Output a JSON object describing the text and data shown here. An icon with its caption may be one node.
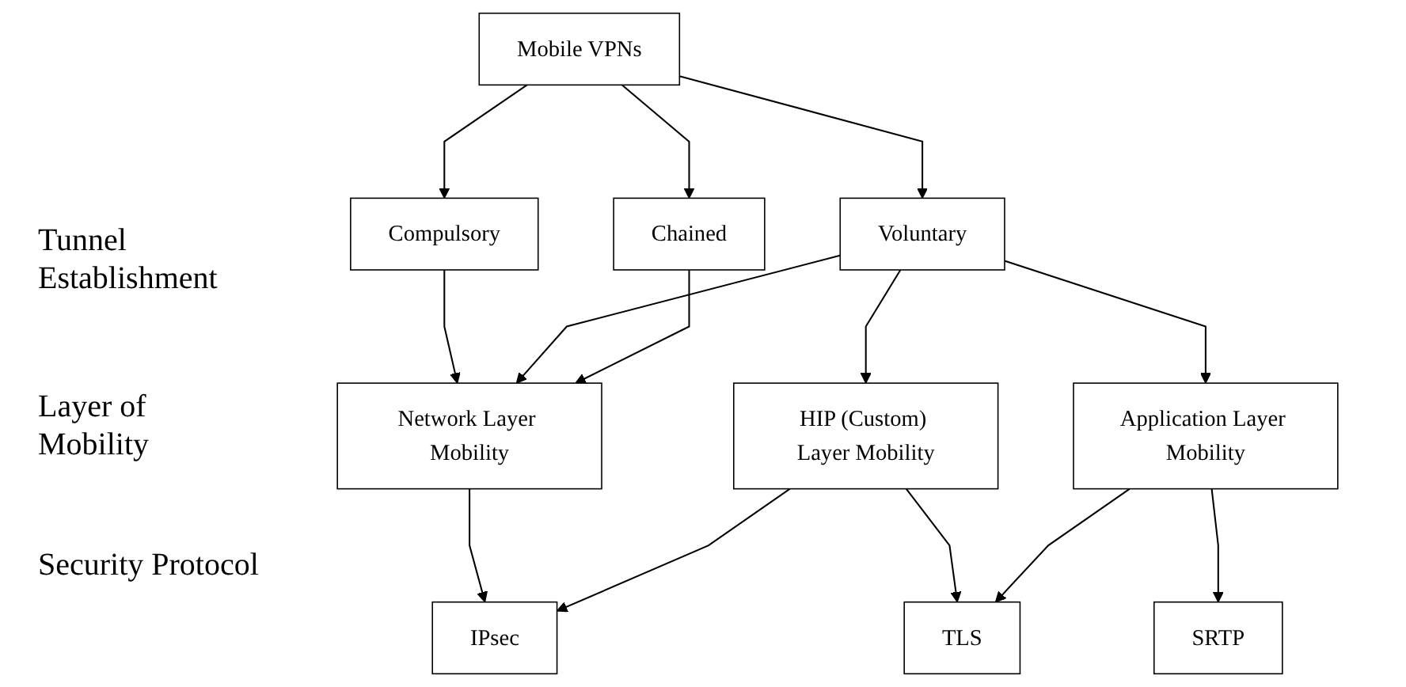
{
  "diagram": {
    "nodes": [
      {
        "text": [
          "Mobile VPNs"
        ]
      },
      {
        "text": [
          "Compulsory"
        ]
      },
      {
        "text": [
          "Voluntary"
        ]
      },
      {
        "text": [
          "Chained"
        ]
      },
      {
        "text": [
          "Network Layer Mobility"
        ]
      },
      {
        "text": [
          "HIP (Custom) Layer Mobility"
        ]
      },
      {
        "text": [
          "Application Layer Mobility"
        ]
      },
      {
        "text": [
          "IPsec"
        ]
      },
      {
        "text": [
          "TLS"
        ]
      },
      {
        "text": [
          "SRTP"
        ]
      }
    ],
    "edges": [
      {
        "from": 0,
        "to": 1,
        "arrow": "to"
      },
      {
        "from": 0,
        "to": 2,
        "arrow": "to"
      },
      {
        "from": 0,
        "to": 3,
        "arrow": "to"
      },
      {
        "from": 1,
        "to": 4,
        "arrow": "to"
      },
      {
        "from": 2,
        "to": 4,
        "arrow": "to"
      },
      {
        "from": 2,
        "to": 5,
        "arrow": "to"
      },
      {
        "from": 2,
        "to": 6,
        "arrow": "to"
      },
      {
        "from": 3,
        "to": 4,
        "arrow": "to"
      },
      {
        "from": 4,
        "to": 7,
        "arrow": "to"
      },
      {
        "from": 5,
        "to": 7,
        "arrow": "to"
      },
      {
        "from": 5,
        "to": 8,
        "arrow": "to"
      },
      {
        "from": 6,
        "to": 8,
        "arrow": "to"
      },
      {
        "from": 6,
        "to": 9,
        "arrow": "to"
      }
    ],
    "labels": [
      "Tunnel Establishment",
      "Layer of Mobility",
      "Security Protocol"
    ]
  }
}
